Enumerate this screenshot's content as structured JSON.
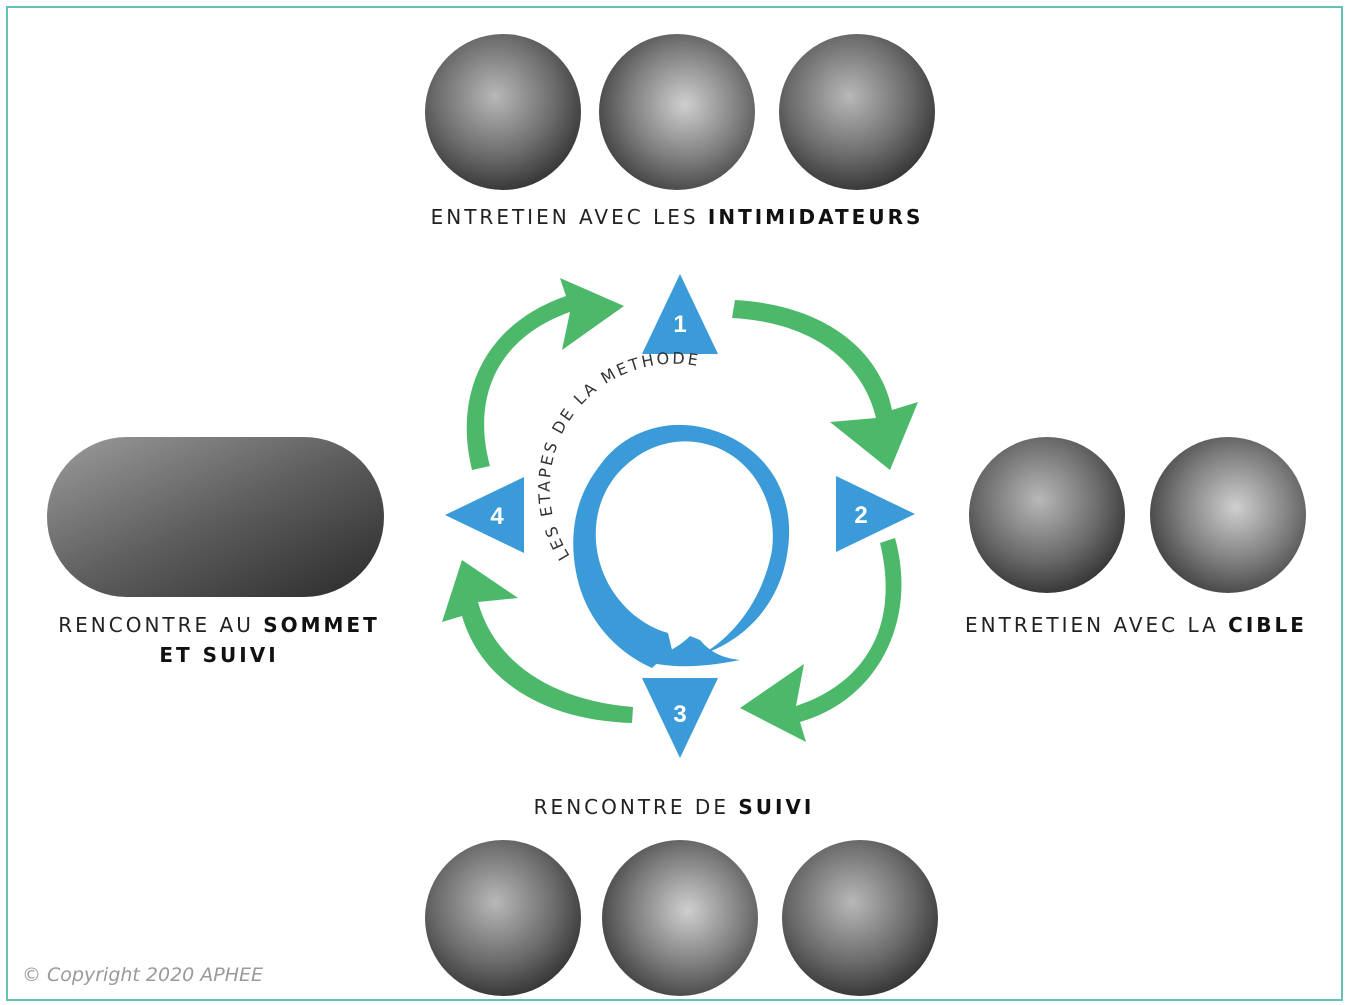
{
  "steps": [
    {
      "number": "1",
      "label_regular": "ENTRETIEN AVEC LES ",
      "label_bold": "INTIMIDATEURS"
    },
    {
      "number": "2",
      "label_regular": "ENTRETIEN AVEC LA ",
      "label_bold": "CIBLE"
    },
    {
      "number": "3",
      "label_regular": "RENCONTRE DE ",
      "label_bold": "SUIVI"
    },
    {
      "number": "4",
      "label_regular": "RENCONTRE AU ",
      "label_bold": "SOMMET",
      "label_line2": "ET SUIVI"
    }
  ],
  "center_title": "LES ETAPES DE LA METHODE",
  "copyright": "© Copyright 2020 APHEE",
  "colors": {
    "frame": "#63c1b5",
    "arrow_green": "#4cb86a",
    "triangle_blue": "#3b9ad8",
    "bubble_blue": "#3b9ad8"
  }
}
